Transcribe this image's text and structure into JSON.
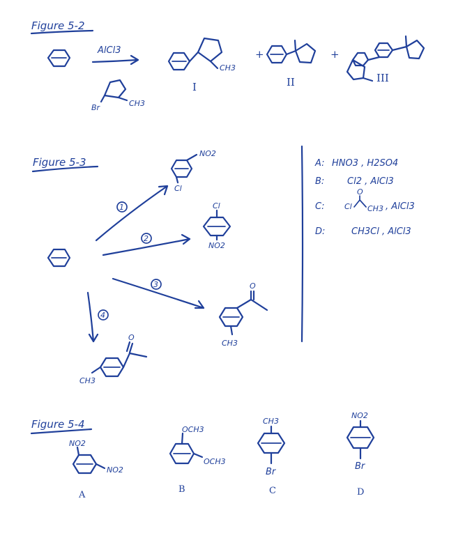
{
  "figure_5_2": {
    "title": "Figure 5-2",
    "reagent": "AlCl3",
    "reactant_substituents": {
      "bromo": "Br",
      "methyl": "CH3"
    },
    "product_I_label": "I",
    "product_I_methyl": "CH3",
    "product_II_label": "II",
    "product_III_label": "III",
    "plus_sign": "+"
  },
  "figure_5_3": {
    "title": "Figure 5-3",
    "routes": [
      {
        "number": "1"
      },
      {
        "number": "2"
      },
      {
        "number": "3"
      },
      {
        "number": "4"
      }
    ],
    "product_1": {
      "top": "NO2",
      "bottom": "Cl"
    },
    "product_2": {
      "top": "Cl",
      "bottom": "NO2"
    },
    "product_3": {
      "carbonyl_o": "O",
      "bottom": "CH3"
    },
    "product_4": {
      "carbonyl_o": "O",
      "left": "CH3"
    },
    "reagents": [
      {
        "letter": "A:",
        "text": "HNO3 , H2SO4"
      },
      {
        "letter": "B:",
        "text": "Cl2 , AlCl3"
      },
      {
        "letter": "C:",
        "acyl_cl": "Cl",
        "acyl_o": "O",
        "acyl_ch3": "CH3",
        "lewis_acid": ", AlCl3"
      },
      {
        "letter": "D:",
        "text": "CH3Cl , AlCl3"
      }
    ]
  },
  "figure_5_4": {
    "title": "Figure 5-4",
    "compounds": [
      {
        "label": "A",
        "sub1": "NO2",
        "sub2": "NO2"
      },
      {
        "label": "B",
        "sub1": "OCH3",
        "sub2": "OCH3"
      },
      {
        "label": "C",
        "sub1": "CH3",
        "sub2": "Br"
      },
      {
        "label": "D",
        "sub1": "NO2",
        "sub2": "Br"
      }
    ]
  }
}
